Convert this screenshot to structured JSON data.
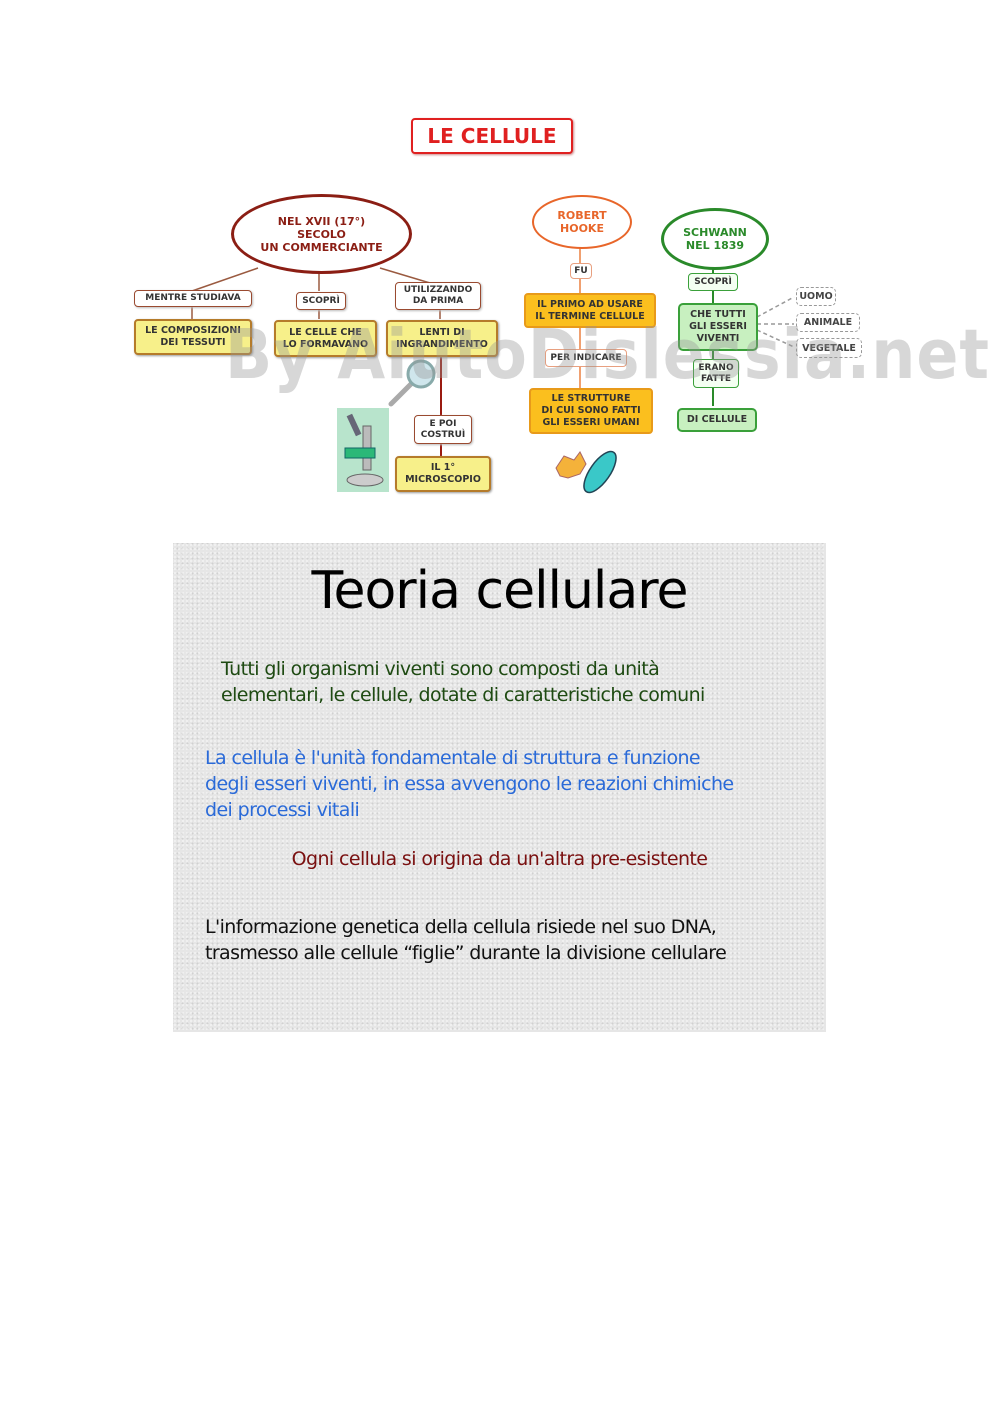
{
  "concept_map": {
    "title": "LE CELLULE",
    "watermark": "By AiutoDislessia.net",
    "commerciante_branch": {
      "root": [
        "NEL XVII (17°)",
        "SECOLO",
        "UN COMMERCIANTE"
      ],
      "link_1": "MENTRE STUDIAVA",
      "node_1": [
        "LE COMPOSIZIONI",
        "DEI TESSUTI"
      ],
      "link_2": "SCOPRÌ",
      "node_2": [
        "LE CELLE CHE",
        "LO FORMAVANO"
      ],
      "link_3": [
        "UTILIZZANDO",
        "DA PRIMA"
      ],
      "node_3": [
        "LENTI DI",
        "INGRANDIMENTO"
      ],
      "link_4": [
        "E POI",
        "COSTRUÌ"
      ],
      "node_4": [
        "IL 1°",
        "MICROSCOPIO"
      ]
    },
    "hooke_branch": {
      "root": [
        "ROBERT",
        "HOOKE"
      ],
      "link_1": "FU",
      "node_1": [
        "IL PRIMO AD USARE",
        "IL TERMINE CELLULE"
      ],
      "link_2": "PER INDICARE",
      "node_2": [
        "LE STRUTTURE",
        "DI CUI SONO FATTI",
        "GLI ESSERI UMANI"
      ]
    },
    "schwann_branch": {
      "root": [
        "SCHWANN",
        "NEL 1839"
      ],
      "link_1": "SCOPRÌ",
      "node_1": [
        "CHE TUTTI",
        "GLI ESSERI",
        "VIVENTI"
      ],
      "examples": [
        "UOMO",
        "ANIMALE",
        "VEGETALE"
      ],
      "link_2": [
        "ERANO",
        "FATTE"
      ],
      "node_2": "DI CELLULE"
    },
    "colors": {
      "title_red": "#e02020",
      "brown": "#8b1e14",
      "orange": "#e8662a",
      "green": "#2a8a2a",
      "yellow_box": "#f7f08a",
      "orange_box": "#fbbf1e",
      "green_box": "#c8f0c0"
    }
  },
  "slide": {
    "title": "Teoria cellulare",
    "paragraphs": [
      {
        "lines": [
          "Tutti gli organismi viventi sono composti da unità",
          "elementari, le cellule, dotate di caratteristiche comuni"
        ],
        "color": "#1e4a12"
      },
      {
        "lines": [
          "La cellula è l'unità fondamentale di struttura e funzione",
          "degli esseri viventi, in essa avvengono le reazioni chimiche",
          "dei processi vitali"
        ],
        "color": "#2a6ad8"
      },
      {
        "lines": [
          "Ogni cellula si origina da un'altra pre-esistente"
        ],
        "color": "#7a1010"
      },
      {
        "lines": [
          "L'informazione genetica della cellula risiede nel suo DNA,",
          "trasmesso alle cellule “figlie” durante la divisione cellulare"
        ],
        "color": "#111111"
      }
    ]
  }
}
